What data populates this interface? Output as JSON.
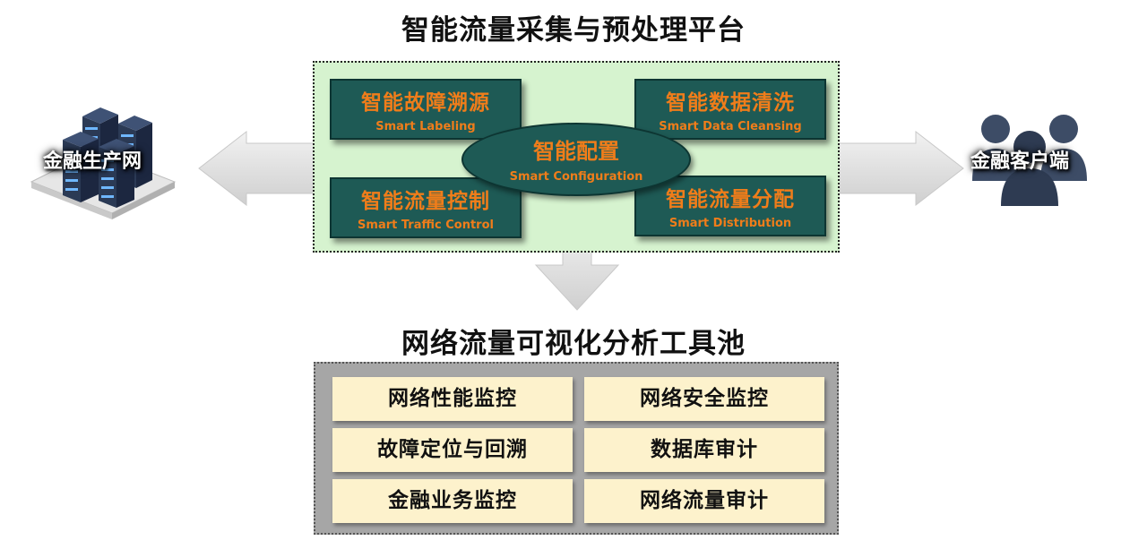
{
  "top_title": "智能流量采集与预处理平台",
  "bottom_title": "网络流量可视化分析工具池",
  "left_node": {
    "label": "金融生产网",
    "icon": "server-rack-icon"
  },
  "right_node": {
    "label": "金融客户端",
    "icon": "users-icon"
  },
  "platform": {
    "modules": [
      {
        "cn": "智能故障溯源",
        "en": "Smart Labeling"
      },
      {
        "cn": "智能数据清洗",
        "en": "Smart Data Cleansing"
      },
      {
        "cn": "智能流量控制",
        "en": "Smart Traffic Control"
      },
      {
        "cn": "智能流量分配",
        "en": "Smart Distribution"
      }
    ],
    "center": {
      "cn": "智能配置",
      "en": "Smart Configuration"
    }
  },
  "tools": [
    "网络性能监控",
    "网络安全监控",
    "故障定位与回溯",
    "数据库审计",
    "金融业务监控",
    "网络流量审计"
  ],
  "colors": {
    "module_fill": "#1e5a55",
    "module_text": "#f07d1a",
    "platform_fill": "#d6f3cf",
    "tool_fill": "#fdf2cc",
    "pool_fill": "#a6a6a6",
    "arrow_fill": "#e3e3e3"
  }
}
